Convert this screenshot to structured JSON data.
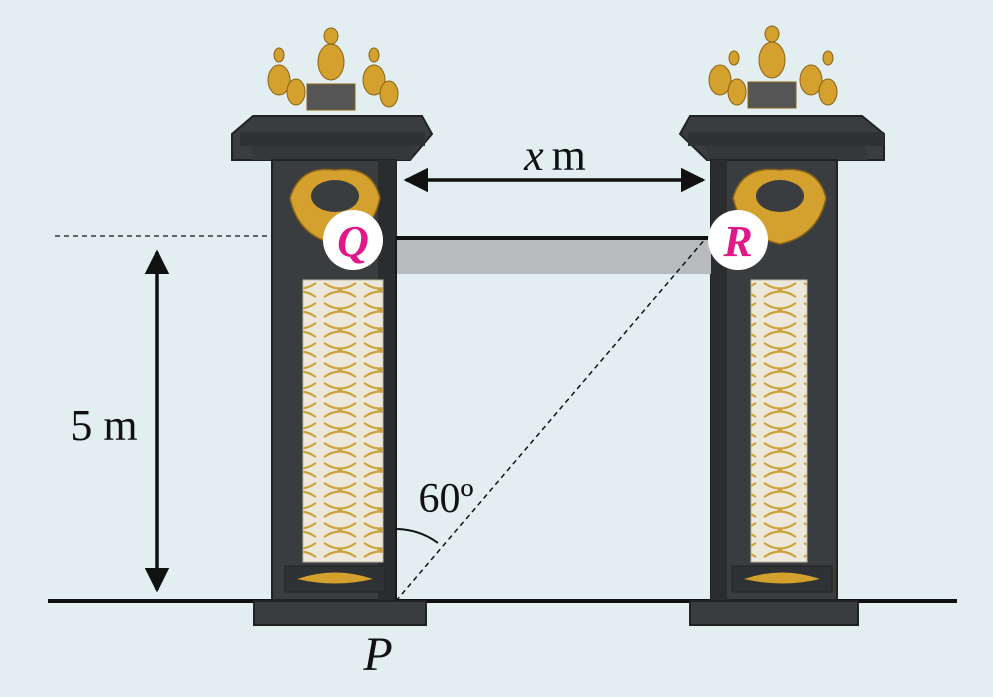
{
  "labels": {
    "width_var": "x",
    "width_unit": "m",
    "height": "5 m",
    "angle": "60º",
    "point_p": "P",
    "point_q": "Q",
    "point_r": "R"
  },
  "colors": {
    "background": "#e3eef0",
    "pillar": "#3a3d3f",
    "pillar_edge": "#2a2c2e",
    "gold": "#d4a12e",
    "panel": "#e8e4d8",
    "beam": "#b9babd",
    "point_label": "#e0198a"
  },
  "icons": [
    "pillar-left-icon",
    "pillar-right-icon",
    "finial-icon",
    "double-arrow-icon"
  ]
}
